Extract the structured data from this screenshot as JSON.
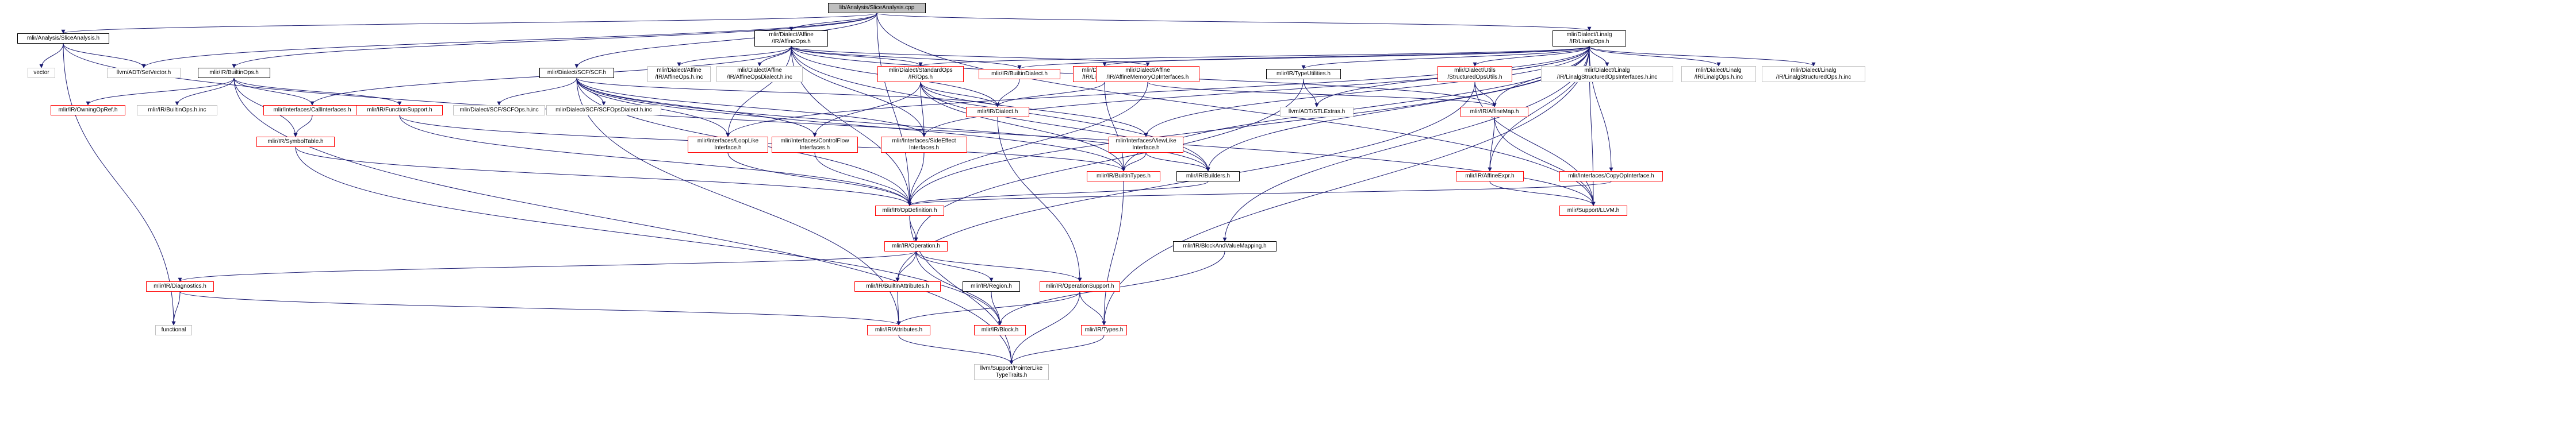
{
  "nodes": [
    {
      "id": "root",
      "lines": [
        "lib/Analysis/SliceAnalysis.cpp"
      ],
      "style": "root"
    },
    {
      "id": "sa",
      "lines": [
        "mlir/Analysis/SliceAnalysis.h"
      ],
      "style": "plain"
    },
    {
      "id": "vector",
      "lines": [
        "vector"
      ],
      "style": "grey"
    },
    {
      "id": "setvector",
      "lines": [
        "llvm/ADT/SetVector.h"
      ],
      "style": "grey"
    },
    {
      "id": "builtinops",
      "lines": [
        "mlir/IR/BuiltinOps.h"
      ],
      "style": "plain"
    },
    {
      "id": "affineops",
      "lines": [
        "mlir/Dialect/Affine",
        "/IR/AffineOps.h"
      ],
      "style": "plain"
    },
    {
      "id": "scf",
      "lines": [
        "mlir/Dialect/SCF/SCF.h"
      ],
      "style": "plain"
    },
    {
      "id": "linalgops",
      "lines": [
        "mlir/Dialect/Linalg",
        "/IR/LinalgOps.h"
      ],
      "style": "plain"
    },
    {
      "id": "owningopref",
      "lines": [
        "mlir/IR/OwningOpRef.h"
      ],
      "style": "red"
    },
    {
      "id": "builtinopsinc",
      "lines": [
        "mlir/IR/BuiltinOps.h.inc"
      ],
      "style": "grey"
    },
    {
      "id": "callinterfaces",
      "lines": [
        "mlir/Interfaces/CallInterfaces.h"
      ],
      "style": "red"
    },
    {
      "id": "functionsupport",
      "lines": [
        "mlir/IR/FunctionSupport.h"
      ],
      "style": "red"
    },
    {
      "id": "scfopsinc",
      "lines": [
        "mlir/Dialect/SCF/SCFOps.h.inc"
      ],
      "style": "grey"
    },
    {
      "id": "scfopsdialectinc",
      "lines": [
        "mlir/Dialect/SCF/SCFOpsDialect.h.inc"
      ],
      "style": "grey"
    },
    {
      "id": "affineopsinc",
      "lines": [
        "mlir/Dialect/Affine",
        "/IR/AffineOps.h.inc"
      ],
      "style": "grey"
    },
    {
      "id": "affineopsdialectinc",
      "lines": [
        "mlir/Dialect/Affine",
        "/IR/AffineOpsDialect.h.inc"
      ],
      "style": "grey"
    },
    {
      "id": "standardops",
      "lines": [
        "mlir/Dialect/StandardOps",
        "/IR/Ops.h"
      ],
      "style": "red"
    },
    {
      "id": "builtindialect",
      "lines": [
        "mlir/IR/BuiltinDialect.h"
      ],
      "style": "red"
    },
    {
      "id": "linalgtypes",
      "lines": [
        "mlir/Dialect/Linalg",
        "/IR/LinalgTypes.h"
      ],
      "style": "red"
    },
    {
      "id": "affinememory",
      "lines": [
        "mlir/Dialect/Affine",
        "/IR/AffineMemoryOpInterfaces.h"
      ],
      "style": "red"
    },
    {
      "id": "typeutilities",
      "lines": [
        "mlir/IR/TypeUtilities.h"
      ],
      "style": "plain"
    },
    {
      "id": "structuredopsutils",
      "lines": [
        "mlir/Dialect/Utils",
        "/StructuredOpsUtils.h"
      ],
      "style": "red"
    },
    {
      "id": "linalgstructifinc",
      "lines": [
        "mlir/Dialect/Linalg",
        "/IR/LinalgStructuredOpsInterfaces.h.inc"
      ],
      "style": "grey"
    },
    {
      "id": "linalgopsinc",
      "lines": [
        "mlir/Dialect/Linalg",
        "/IR/LinalgOps.h.inc"
      ],
      "style": "grey"
    },
    {
      "id": "linalgstructinc",
      "lines": [
        "mlir/Dialect/Linalg",
        "/IR/LinalgStructuredOps.h.inc"
      ],
      "style": "grey"
    },
    {
      "id": "symboltable",
      "lines": [
        "mlir/IR/SymbolTable.h"
      ],
      "style": "red"
    },
    {
      "id": "looplike",
      "lines": [
        "mlir/Interfaces/LoopLike",
        "Interface.h"
      ],
      "style": "red"
    },
    {
      "id": "controlflow",
      "lines": [
        "mlir/Interfaces/ControlFlow",
        "Interfaces.h"
      ],
      "style": "red"
    },
    {
      "id": "sideeffect",
      "lines": [
        "mlir/Interfaces/SideEffect",
        "Interfaces.h"
      ],
      "style": "red"
    },
    {
      "id": "dialect",
      "lines": [
        "mlir/IR/Dialect.h"
      ],
      "style": "red"
    },
    {
      "id": "viewlike",
      "lines": [
        "mlir/Interfaces/ViewLike",
        "Interface.h"
      ],
      "style": "red"
    },
    {
      "id": "stlextras",
      "lines": [
        "llvm/ADT/STLExtras.h"
      ],
      "style": "grey"
    },
    {
      "id": "affinemap",
      "lines": [
        "mlir/IR/AffineMap.h"
      ],
      "style": "red"
    },
    {
      "id": "builtintypes",
      "lines": [
        "mlir/IR/BuiltinTypes.h"
      ],
      "style": "red"
    },
    {
      "id": "builders",
      "lines": [
        "mlir/IR/Builders.h"
      ],
      "style": "plain"
    },
    {
      "id": "affineexpr",
      "lines": [
        "mlir/IR/AffineExpr.h"
      ],
      "style": "red"
    },
    {
      "id": "copyopinterface",
      "lines": [
        "mlir/Interfaces/CopyOpInterface.h"
      ],
      "style": "red"
    },
    {
      "id": "opdefinition",
      "lines": [
        "mlir/IR/OpDefinition.h"
      ],
      "style": "red"
    },
    {
      "id": "llvmh",
      "lines": [
        "mlir/Support/LLVM.h"
      ],
      "style": "red"
    },
    {
      "id": "operation",
      "lines": [
        "mlir/IR/Operation.h"
      ],
      "style": "red"
    },
    {
      "id": "blockandvaluemapping",
      "lines": [
        "mlir/IR/BlockAndValueMapping.h"
      ],
      "style": "plain"
    },
    {
      "id": "diagnostics",
      "lines": [
        "mlir/IR/Diagnostics.h"
      ],
      "style": "red"
    },
    {
      "id": "builtinattributes",
      "lines": [
        "mlir/IR/BuiltinAttributes.h"
      ],
      "style": "red"
    },
    {
      "id": "region",
      "lines": [
        "mlir/IR/Region.h"
      ],
      "style": "plain"
    },
    {
      "id": "operationsupport",
      "lines": [
        "mlir/IR/OperationSupport.h"
      ],
      "style": "red"
    },
    {
      "id": "functional",
      "lines": [
        "functional"
      ],
      "style": "grey"
    },
    {
      "id": "attributes",
      "lines": [
        "mlir/IR/Attributes.h"
      ],
      "style": "red"
    },
    {
      "id": "block",
      "lines": [
        "mlir/IR/Block.h"
      ],
      "style": "red"
    },
    {
      "id": "types",
      "lines": [
        "mlir/IR/Types.h"
      ],
      "style": "red"
    },
    {
      "id": "pointerlike",
      "lines": [
        "llvm/Support/PointerLike",
        "TypeTraits.h"
      ],
      "style": "grey"
    }
  ],
  "edges": [
    [
      "root",
      "sa"
    ],
    [
      "root",
      "setvector"
    ],
    [
      "root",
      "builtinops"
    ],
    [
      "root",
      "affineops"
    ],
    [
      "root",
      "scf"
    ],
    [
      "root",
      "linalgops"
    ],
    [
      "root",
      "opdefinition"
    ],
    [
      "root",
      "llvmh"
    ],
    [
      "sa",
      "vector"
    ],
    [
      "sa",
      "setvector"
    ],
    [
      "sa",
      "functional"
    ],
    [
      "sa",
      "llvmh"
    ],
    [
      "builtinops",
      "owningopref"
    ],
    [
      "builtinops",
      "builtinopsinc"
    ],
    [
      "builtinops",
      "callinterfaces"
    ],
    [
      "builtinops",
      "functionsupport"
    ],
    [
      "builtinops",
      "symboltable"
    ],
    [
      "builtinops",
      "pointerlike"
    ],
    [
      "callinterfaces",
      "symboltable"
    ],
    [
      "functionsupport",
      "opdefinition"
    ],
    [
      "functionsupport",
      "builtintypes"
    ],
    [
      "symboltable",
      "opdefinition"
    ],
    [
      "symboltable",
      "block"
    ],
    [
      "scf",
      "scfopsinc"
    ],
    [
      "scf",
      "scfopsdialectinc"
    ],
    [
      "scf",
      "looplike"
    ],
    [
      "scf",
      "controlflow"
    ],
    [
      "scf",
      "sideeffect"
    ],
    [
      "scf",
      "dialect"
    ],
    [
      "scf",
      "builders"
    ],
    [
      "scf",
      "opdefinition"
    ],
    [
      "scf",
      "attributes"
    ],
    [
      "scf",
      "builtintypes"
    ],
    [
      "affineops",
      "affineopsinc"
    ],
    [
      "affineops",
      "affineopsdialectinc"
    ],
    [
      "affineops",
      "standardops"
    ],
    [
      "affineops",
      "builtindialect"
    ],
    [
      "affineops",
      "affinememory"
    ],
    [
      "affineops",
      "looplike"
    ],
    [
      "affineops",
      "sideeffect"
    ],
    [
      "affineops",
      "dialect"
    ],
    [
      "affineops",
      "builders"
    ],
    [
      "affineops",
      "opdefinition"
    ],
    [
      "affineops",
      "affinemap"
    ],
    [
      "affineops",
      "callinterfaces"
    ],
    [
      "standardops",
      "controlflow"
    ],
    [
      "standardops",
      "sideeffect"
    ],
    [
      "standardops",
      "dialect"
    ],
    [
      "standardops",
      "viewlike"
    ],
    [
      "standardops",
      "builtintypes"
    ],
    [
      "standardops",
      "builders"
    ],
    [
      "linalgops",
      "typeutilities"
    ],
    [
      "linalgops",
      "structuredopsutils"
    ],
    [
      "linalgops",
      "linalgstructifinc"
    ],
    [
      "linalgops",
      "linalgopsinc"
    ],
    [
      "linalgops",
      "linalgstructinc"
    ],
    [
      "linalgops",
      "linalgtypes"
    ],
    [
      "linalgops",
      "builtindialect"
    ],
    [
      "linalgops",
      "standardops"
    ],
    [
      "linalgops",
      "copyopinterface"
    ],
    [
      "linalgops",
      "viewlike"
    ],
    [
      "linalgops",
      "affinemap"
    ],
    [
      "linalgops",
      "stlextras"
    ],
    [
      "linalgops",
      "blockandvaluemapping"
    ],
    [
      "linalgops",
      "llvmh"
    ],
    [
      "linalgops",
      "opdefinition"
    ],
    [
      "linalgops",
      "builtintypes"
    ],
    [
      "linalgops",
      "affineexpr"
    ],
    [
      "linalgops",
      "types"
    ],
    [
      "linalgops",
      "builders"
    ],
    [
      "linalgops",
      "sideeffect"
    ],
    [
      "linalgops",
      "looplike"
    ],
    [
      "builtindialect",
      "dialect"
    ],
    [
      "linalgtypes",
      "dialect"
    ],
    [
      "linalgtypes",
      "builtintypes"
    ],
    [
      "affinememory",
      "opdefinition"
    ],
    [
      "affinememory",
      "affinemap"
    ],
    [
      "typeutilities",
      "stlextras"
    ],
    [
      "typeutilities",
      "operation"
    ],
    [
      "structuredopsutils",
      "affinemap"
    ],
    [
      "structuredopsutils",
      "llvmh"
    ],
    [
      "structuredopsutils",
      "builtinattributes"
    ],
    [
      "looplike",
      "opdefinition"
    ],
    [
      "controlflow",
      "opdefinition"
    ],
    [
      "sideeffect",
      "opdefinition"
    ],
    [
      "dialect",
      "operationsupport"
    ],
    [
      "viewlike",
      "builtintypes"
    ],
    [
      "viewlike",
      "builders"
    ],
    [
      "affinemap",
      "affineexpr"
    ],
    [
      "affinemap",
      "llvmh"
    ],
    [
      "affineexpr",
      "llvmh"
    ],
    [
      "copyopinterface",
      "opdefinition"
    ],
    [
      "builtintypes",
      "types"
    ],
    [
      "builders",
      "opdefinition"
    ],
    [
      "opdefinition",
      "operation"
    ],
    [
      "opdefinition",
      "pointerlike"
    ],
    [
      "operation",
      "diagnostics"
    ],
    [
      "operation",
      "builtinattributes"
    ],
    [
      "operation",
      "region"
    ],
    [
      "operation",
      "operationsupport"
    ],
    [
      "operation",
      "block"
    ],
    [
      "blockandvaluemapping",
      "block"
    ],
    [
      "diagnostics",
      "functional"
    ],
    [
      "diagnostics",
      "attributes"
    ],
    [
      "builtinattributes",
      "attributes"
    ],
    [
      "region",
      "block"
    ],
    [
      "operationsupport",
      "attributes"
    ],
    [
      "operationsupport",
      "types"
    ],
    [
      "operationsupport",
      "pointerlike"
    ],
    [
      "attributes",
      "pointerlike"
    ],
    [
      "types",
      "pointerlike"
    ]
  ],
  "colors": {
    "edge": "#191970",
    "root_fill": "#bfbfbf",
    "red_border": "#ff0000"
  }
}
